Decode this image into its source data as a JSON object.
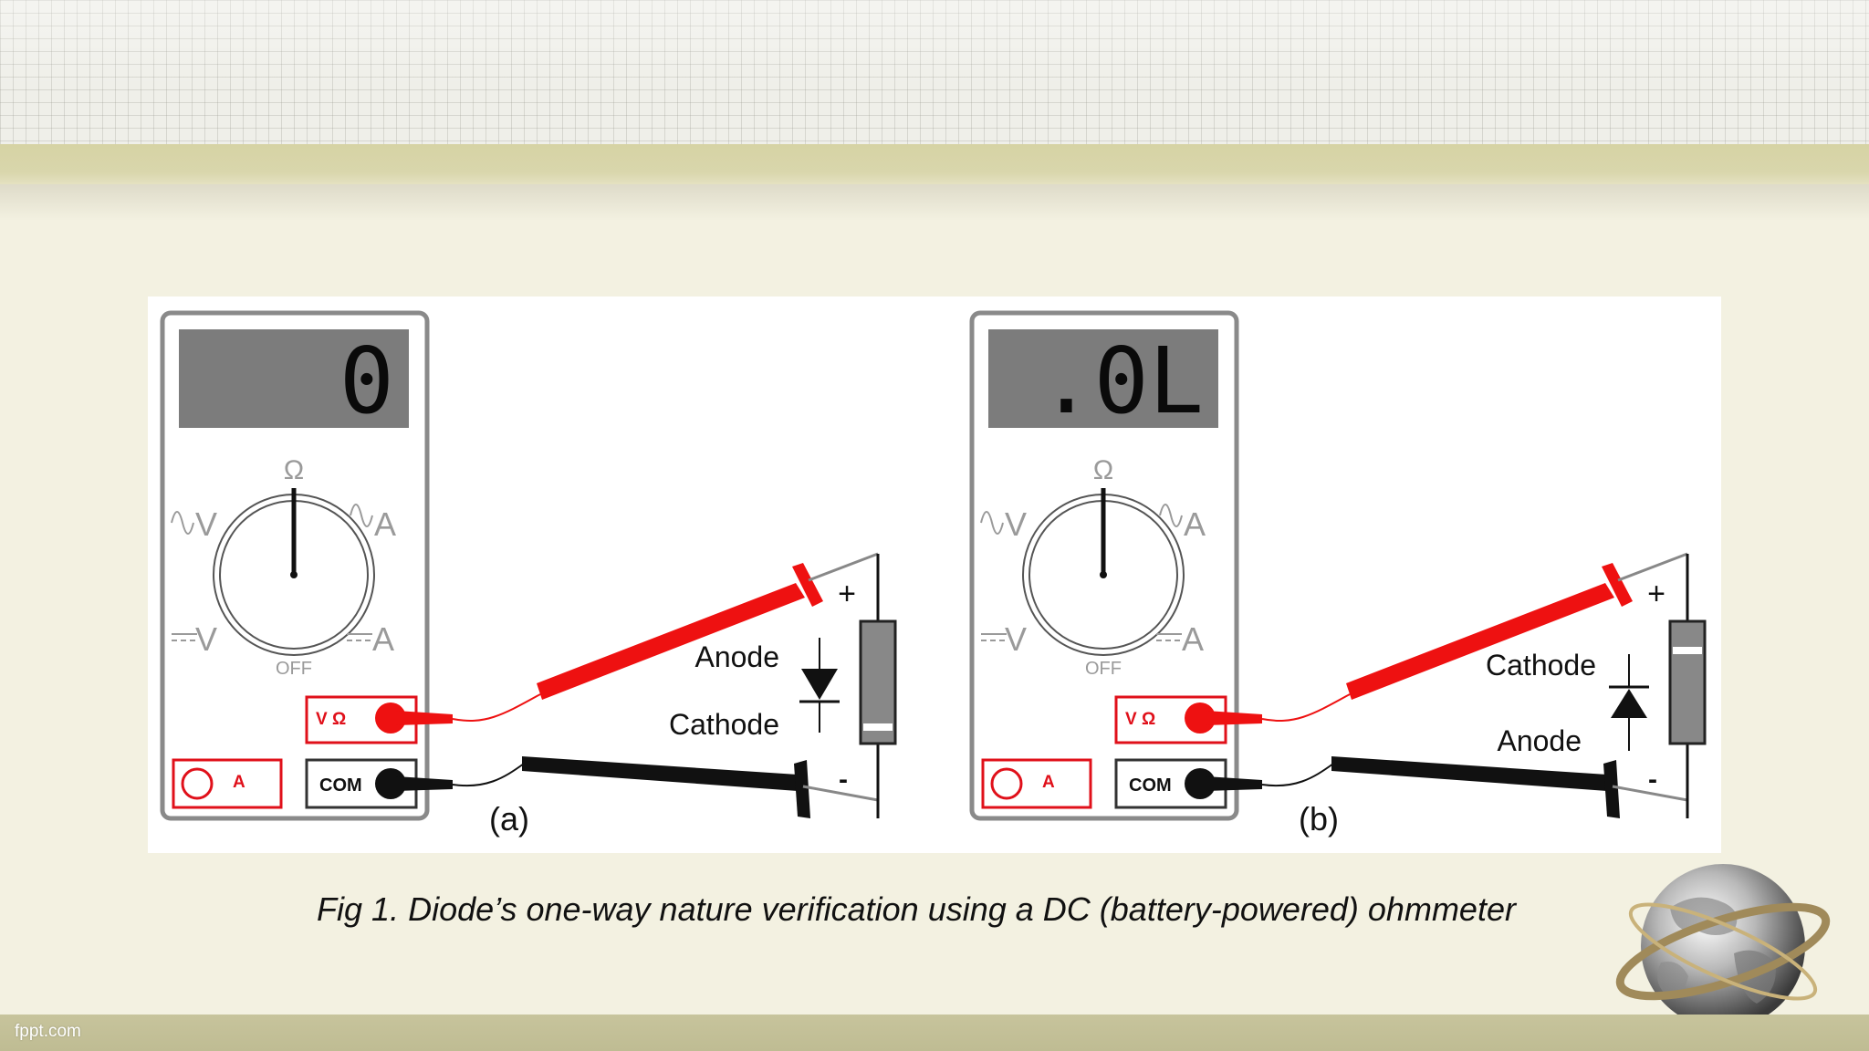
{
  "slide": {
    "footer": "fppt.com",
    "caption": "Fig 1. Diode’s one-way nature verification using a DC (battery-powered) ohmmeter"
  },
  "meters": [
    {
      "display": "0",
      "dial_top": "Ω",
      "dial_ac_v": "V",
      "dial_ac_a": "A",
      "dial_dc_v": "V",
      "dial_dc_a": "A",
      "dial_off": "OFF",
      "jack_vohm": "V Ω",
      "jack_a": "A",
      "jack_com": "COM",
      "plus": "+",
      "minus": "-",
      "upper_label": "Anode",
      "lower_label": "Cathode",
      "panel_label": "(a)"
    },
    {
      "display": ".0L",
      "dial_top": "Ω",
      "dial_ac_v": "V",
      "dial_ac_a": "A",
      "dial_dc_v": "V",
      "dial_dc_a": "A",
      "dial_off": "OFF",
      "jack_vohm": "V Ω",
      "jack_a": "A",
      "jack_com": "COM",
      "plus": "+",
      "minus": "-",
      "upper_label": "Cathode",
      "lower_label": "Anode",
      "panel_label": "(b)"
    }
  ],
  "colors": {
    "probe_red": "#ee1111",
    "probe_black": "#111111",
    "meter_body": "#ffffff",
    "meter_border": "#7a7a7a",
    "lcd": "#7c7c7c",
    "jack_box_red": "#e0101a",
    "resistor_body": "#888888"
  }
}
